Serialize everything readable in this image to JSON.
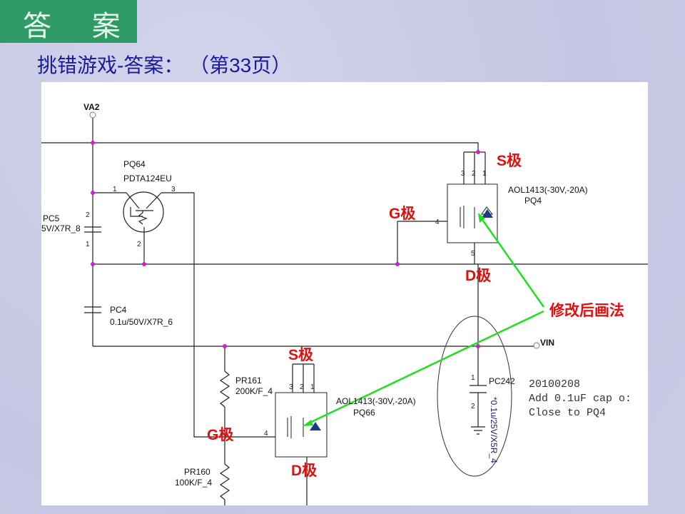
{
  "header": {
    "title": "答 案",
    "subtitle": "挑错游戏-答案：  （第33页）"
  },
  "schematic": {
    "nets": {
      "va2": "VA2",
      "vin": "VIN"
    },
    "pq64": {
      "ref": "PQ64",
      "part": "PDTA124EU",
      "pin1": "1",
      "pin2": "2",
      "pin3": "3"
    },
    "pc5": {
      "ref": "PC5",
      "value": "5V/X7R_8",
      "pin_top": "2",
      "pin_bottom": "1"
    },
    "pc4": {
      "ref": "PC4",
      "value": "0.1u/50V/X7R_6"
    },
    "pq4": {
      "part": "AOL1413(-30V,-20A)",
      "ref": "PQ4",
      "pins": [
        "3",
        "2",
        "1"
      ],
      "pin4": "4",
      "pin5": "5"
    },
    "pq66": {
      "part": "AOL1413(-30V,-20A)",
      "ref": "PQ66",
      "pins": [
        "3",
        "2",
        "1"
      ],
      "pin4": "4"
    },
    "pr161": {
      "ref": "PR161",
      "value": "200K/F_4"
    },
    "pr160": {
      "ref": "PR160",
      "value": "100K/F_4"
    },
    "pc242": {
      "ref": "PC242",
      "value": "*0.1u/25V/X5R_4",
      "pin_top": "1",
      "pin_bottom": "2"
    },
    "note": [
      "20100208",
      "Add 0.1uF cap o:",
      "Close to PQ4"
    ],
    "annotations": {
      "s1": "S极",
      "g1": "G极",
      "d1": "D极",
      "s2": "S极",
      "g2": "G极",
      "d2": "D极",
      "fix": "修改后画法"
    }
  },
  "colors": {
    "title_bg": "#2e9a66",
    "subtitle": "#1a1a9c",
    "annotation": "#e01010",
    "arrow": "#22dd22",
    "junction": "#cc22cc"
  }
}
